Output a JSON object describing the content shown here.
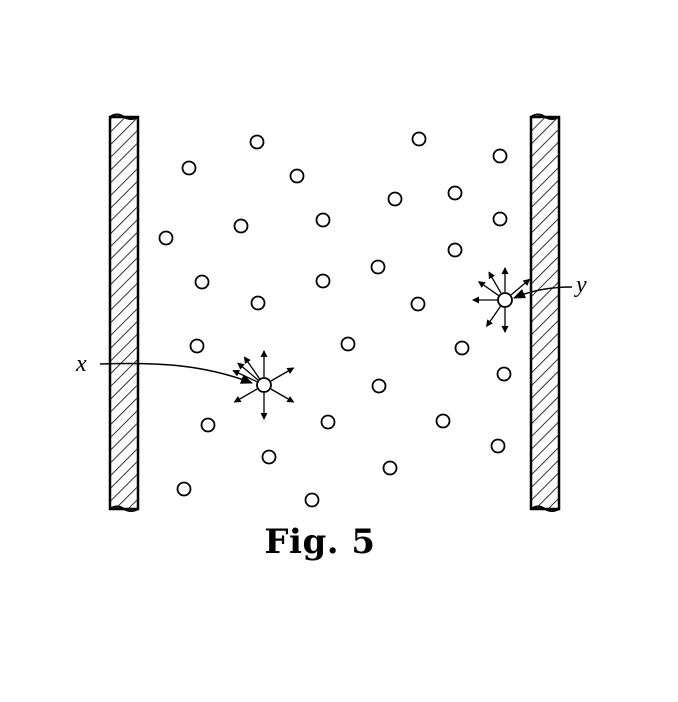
{
  "figure": {
    "caption": "Fig. 5",
    "labels": {
      "x": "x",
      "y": "y"
    }
  },
  "colors": {
    "ink": "#000000",
    "paper": "#ffffff"
  }
}
